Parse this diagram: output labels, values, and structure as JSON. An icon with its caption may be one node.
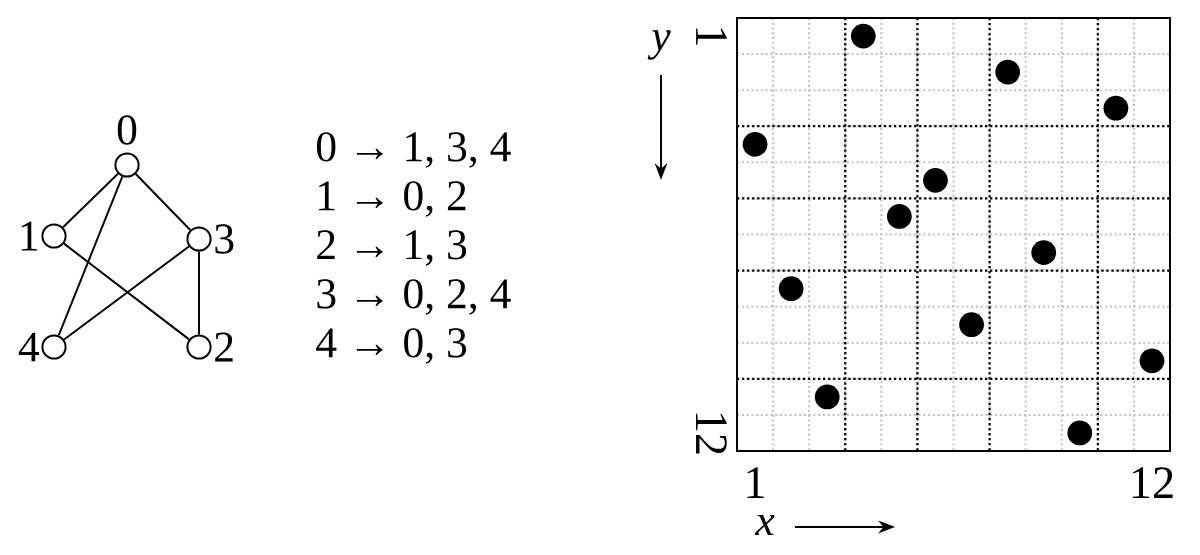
{
  "diagram": {
    "nodes": [
      {
        "text": [],
        "shape": "circle",
        "beside": [
          "0"
        ]
      },
      {
        "text": [],
        "shape": "circle",
        "beside": [
          "1"
        ]
      },
      {
        "text": [],
        "shape": "circle",
        "beside": [
          "2"
        ]
      },
      {
        "text": [],
        "shape": "circle",
        "beside": [
          "3"
        ]
      },
      {
        "text": [],
        "shape": "circle",
        "beside": [
          "4"
        ]
      }
    ],
    "edges": [
      {
        "from": 0,
        "to": 1,
        "arrow": "none"
      },
      {
        "from": 0,
        "to": 3,
        "arrow": "none"
      },
      {
        "from": 0,
        "to": 4,
        "arrow": "none"
      },
      {
        "from": 1,
        "to": 2,
        "arrow": "none"
      },
      {
        "from": 3,
        "to": 4,
        "arrow": "none"
      },
      {
        "from": 3,
        "to": 2,
        "arrow": "none"
      }
    ],
    "labels": [
      "0 → 1, 3, 4",
      "1 → 0, 2",
      "2 → 1, 3",
      "3 → 0, 2, 4",
      "4 → 0, 3"
    ],
    "chart_data": {
      "type": "scatter",
      "xlabel": "x",
      "ylabel": "y",
      "x": [
        4,
        8,
        11,
        1,
        6,
        5,
        9,
        2,
        7,
        12,
        3,
        10
      ],
      "series": [
        {
          "color": "#000000",
          "values": [
            1,
            2,
            3,
            4,
            5,
            6,
            7,
            8,
            9,
            10,
            11,
            12
          ]
        }
      ],
      "xlim": [
        0.5,
        12.5
      ],
      "ylim": [
        12.5,
        0.5
      ],
      "xticks": [
        {
          "value": 1,
          "label": "1"
        },
        {
          "value": 12,
          "label": "12"
        }
      ],
      "yticks": [
        {
          "value": 1,
          "label": "1"
        },
        {
          "value": 12,
          "label": "12"
        }
      ]
    }
  }
}
